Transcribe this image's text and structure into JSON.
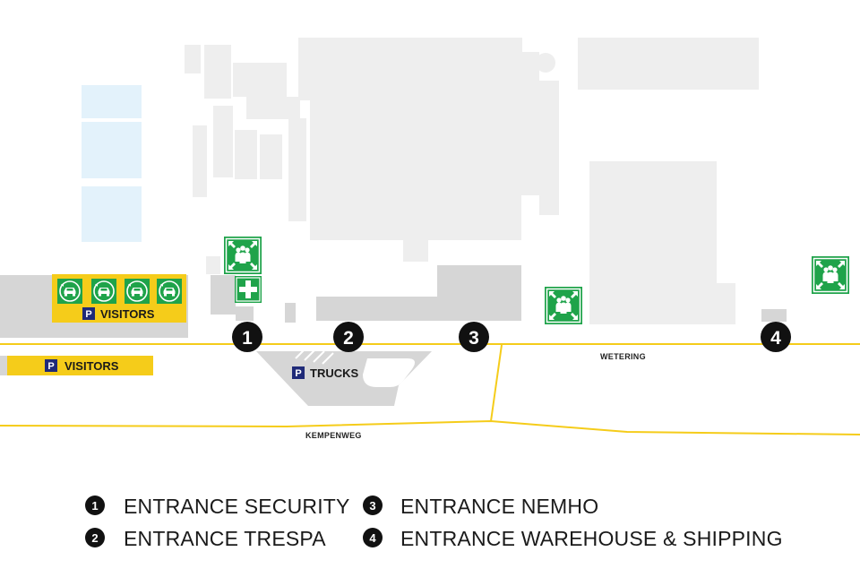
{
  "colors": {
    "road": "#f5cc1a",
    "building": "#eeeeee",
    "pavement": "#d6d6d6",
    "water": "#e3f2fb",
    "parking": "#f5cc1a",
    "safety_green": "#1fa34a",
    "badge": "#111111",
    "p_sign": "#1f2a78"
  },
  "roads": {
    "wetering": "WETERING",
    "kempenweg": "KEMPENWEG"
  },
  "parking": {
    "visitors_label": "VISITORS",
    "visitors_label_2": "VISITORS",
    "trucks_label": "TRUCKS",
    "p_symbol": "P",
    "ev_icon_count": 4
  },
  "icons": {
    "assembly_point": "assembly-point-icon",
    "first_aid": "first-aid-icon",
    "ev_charging": "ev-charging-icon"
  },
  "entrances": [
    {
      "number": "1",
      "label": "ENTRANCE SECURITY"
    },
    {
      "number": "2",
      "label": "ENTRANCE TRESPA"
    },
    {
      "number": "3",
      "label": "ENTRANCE NEMHO"
    },
    {
      "number": "4",
      "label": "ENTRANCE WAREHOUSE & SHIPPING"
    }
  ]
}
